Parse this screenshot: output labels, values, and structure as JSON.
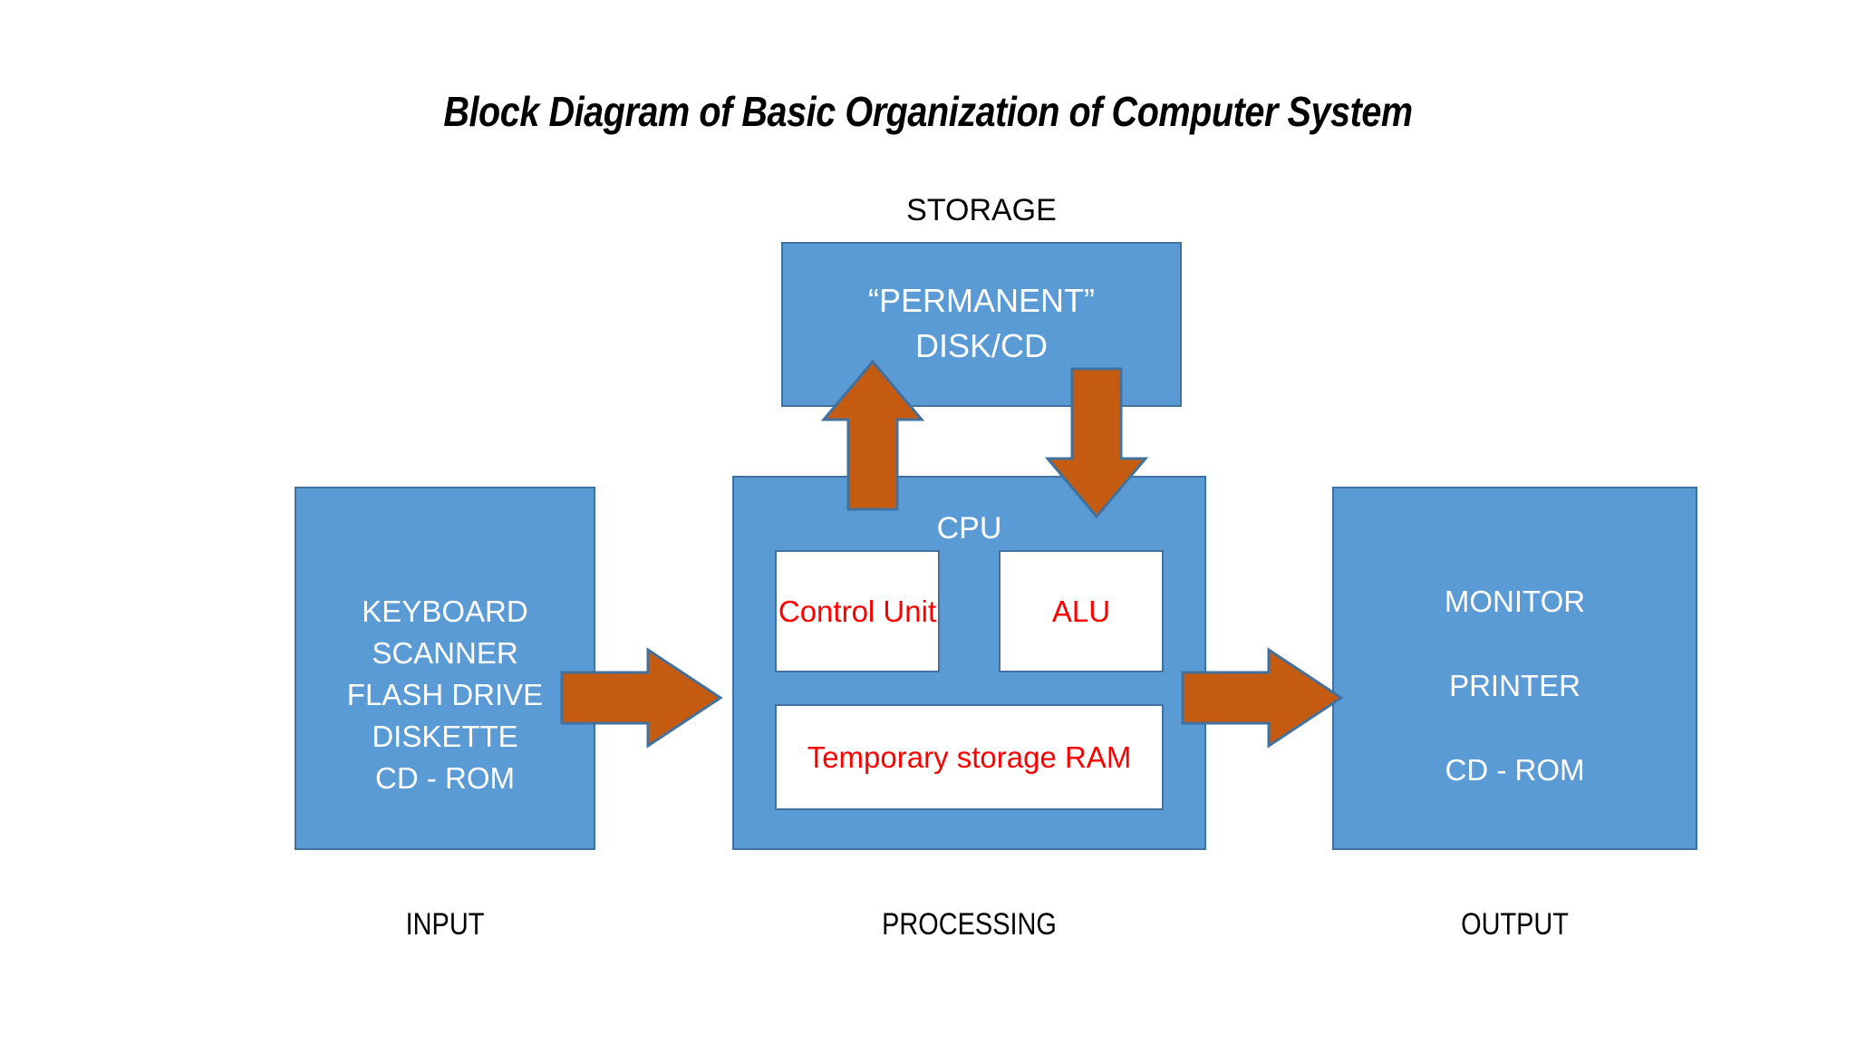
{
  "title": "Block Diagram of Basic Organization of Computer System",
  "storage": {
    "caption": "STORAGE",
    "line1": "“PERMANENT”",
    "line2": "DISK/CD"
  },
  "input": {
    "caption": "INPUT",
    "items": [
      "KEYBOARD",
      "SCANNER",
      "FLASH DRIVE",
      "DISKETTE",
      "CD - ROM"
    ]
  },
  "processing": {
    "caption": "PROCESSING",
    "cpu_label": "CPU",
    "control_unit": "Control Unit",
    "alu": "ALU",
    "ram": "Temporary storage RAM"
  },
  "output": {
    "caption": "OUTPUT",
    "items": [
      "MONITOR",
      "PRINTER",
      "CD - ROM"
    ]
  },
  "arrows": [
    {
      "name": "input-to-cpu-arrow",
      "direction": "right"
    },
    {
      "name": "cpu-to-output-arrow",
      "direction": "right"
    },
    {
      "name": "cpu-to-storage-arrow",
      "direction": "up"
    },
    {
      "name": "storage-to-cpu-arrow",
      "direction": "down"
    }
  ],
  "colors": {
    "block_fill": "#5B9BD5",
    "block_border": "#41719C",
    "arrow_fill": "#C55A11",
    "arrow_border": "#41719C",
    "inner_text": "#FF0000",
    "block_text": "#FFFFFF",
    "caption_text": "#000000",
    "background": "#FFFFFF"
  }
}
